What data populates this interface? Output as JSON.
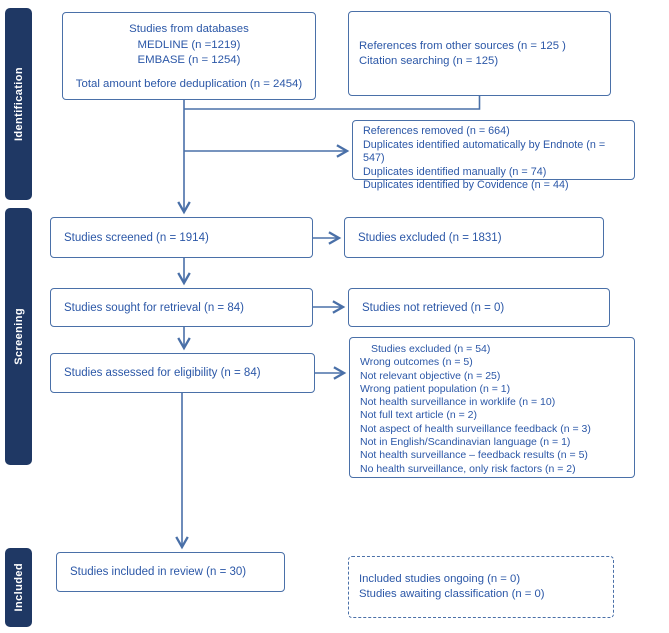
{
  "sidebar": {
    "stages": [
      {
        "label": "Identification"
      },
      {
        "label": "Screening"
      },
      {
        "label": "Included"
      }
    ]
  },
  "boxes": {
    "databases": {
      "lines": [
        "Studies from databases",
        "MEDLINE (n =1219)",
        "EMBASE (n = 1254)",
        "Total amount before deduplication (n = 2454)"
      ]
    },
    "other_sources": {
      "lines": [
        "References from other sources (n = 125 )",
        "Citation searching (n = 125)"
      ]
    },
    "references_removed": {
      "lines": [
        "References removed  (n = 664)",
        "Duplicates identified automatically by Endnote (n = 547)",
        "Duplicates identified manually (n = 74)",
        "Duplicates identified by Covidence (n = 44)"
      ]
    },
    "screened": {
      "label": "Studies screened (n = 1914)"
    },
    "screened_excluded": {
      "label": "Studies excluded (n = 1831)"
    },
    "retrieval": {
      "label": "Studies sought for retrieval  (n = 84)"
    },
    "not_retrieved": {
      "label": "Studies not retrieved  (n = 0)"
    },
    "eligibility": {
      "label": "Studies assessed for eligibility (n = 84)"
    },
    "eligibility_excluded": {
      "lines": [
        "Studies excluded (n = 54)",
        "Wrong outcomes (n = 5)",
        "Not relevant objective (n = 25)",
        "Wrong patient population (n = 1)",
        "Not health surveillance in worklife (n = 10)",
        "Not full text article (n = 2)",
        "Not aspect of health surveillance feedback (n = 3)",
        "Not in English/Scandinavian language (n = 1)",
        "Not health surveillance – feedback results (n = 5)",
        "No health surveillance, only risk factors (n = 2)"
      ]
    },
    "included_review": {
      "label": "Studies included in review  (n = 30)"
    },
    "awaiting": {
      "lines": [
        "Included studies ongoing (n = 0)",
        "Studies awaiting classification (n = 0)"
      ]
    }
  },
  "colors": {
    "text_blue": "#2b57a7",
    "border_blue": "#4a70a8",
    "sidebar_navy": "#1f3864"
  }
}
